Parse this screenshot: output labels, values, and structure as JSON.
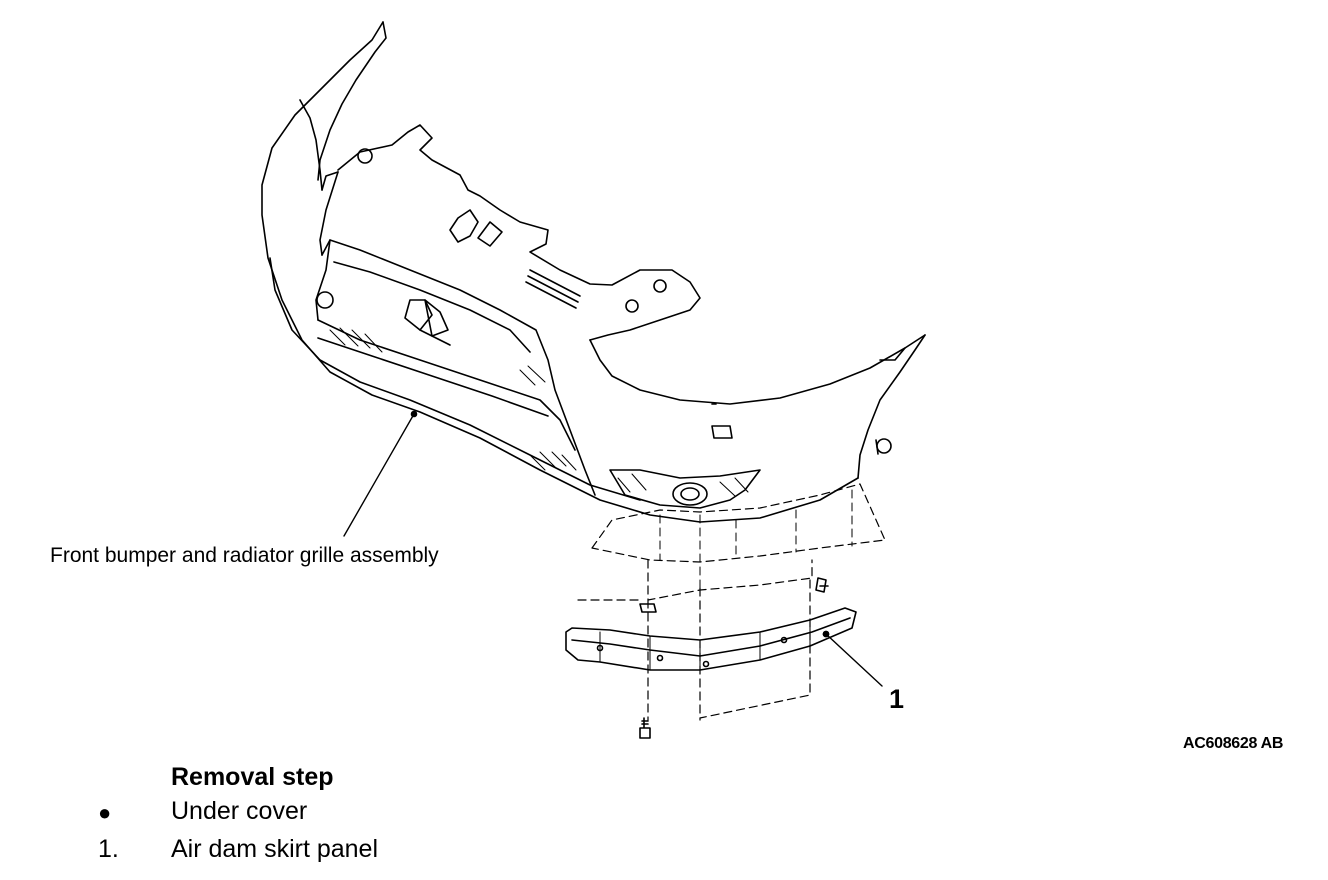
{
  "diagram": {
    "labels": {
      "bumper_assembly": "Front bumper and radiator grille assembly",
      "callout_1": "1",
      "figure_code": "AC608628 AB"
    },
    "icons": [
      "front-bumper-drawing",
      "air-dam-skirt-panel-drawing",
      "clip-icon",
      "screw-icon"
    ]
  },
  "removal": {
    "heading": "Removal step",
    "steps": [
      {
        "marker": "●",
        "text": "Under cover"
      },
      {
        "marker": "1.",
        "text": "Air dam skirt panel"
      }
    ]
  }
}
